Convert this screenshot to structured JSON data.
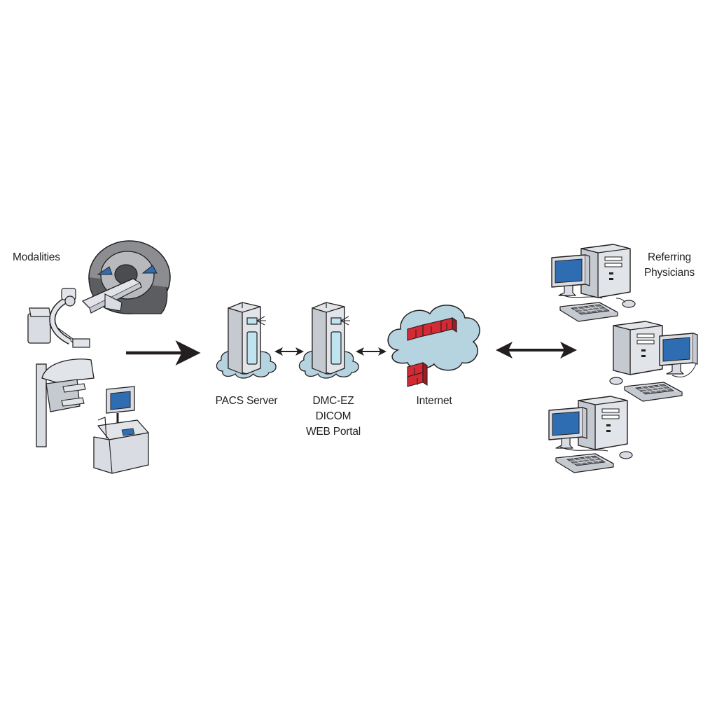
{
  "diagram": {
    "nodes": {
      "modalities": {
        "label": "Modalities"
      },
      "pacs_server": {
        "label": "PACS Server"
      },
      "dmc_ez": {
        "label_lines": [
          "DMC-EZ",
          "DICOM",
          "WEB Portal"
        ]
      },
      "internet": {
        "label": "Internet"
      },
      "referring_physicians": {
        "label_lines": [
          "Referring",
          "Physicians"
        ]
      }
    },
    "edges": [
      {
        "from": "modalities",
        "to": "pacs_server",
        "direction": "one-way"
      },
      {
        "from": "pacs_server",
        "to": "dmc_ez",
        "direction": "two-way"
      },
      {
        "from": "dmc_ez",
        "to": "internet",
        "direction": "two-way"
      },
      {
        "from": "internet",
        "to": "referring_physicians",
        "direction": "two-way"
      }
    ],
    "colors": {
      "device_fill": "#d9dde3",
      "device_outline": "#231f20",
      "screen_blue": "#2f6db3",
      "glass_light_blue": "#bfe3ef",
      "cloud_fill": "#b6d3e0",
      "firewall_red": "#d42a34",
      "arrow": "#231f20",
      "scanner_gray": "#7d7f83",
      "scanner_dark": "#5b5d60"
    }
  }
}
